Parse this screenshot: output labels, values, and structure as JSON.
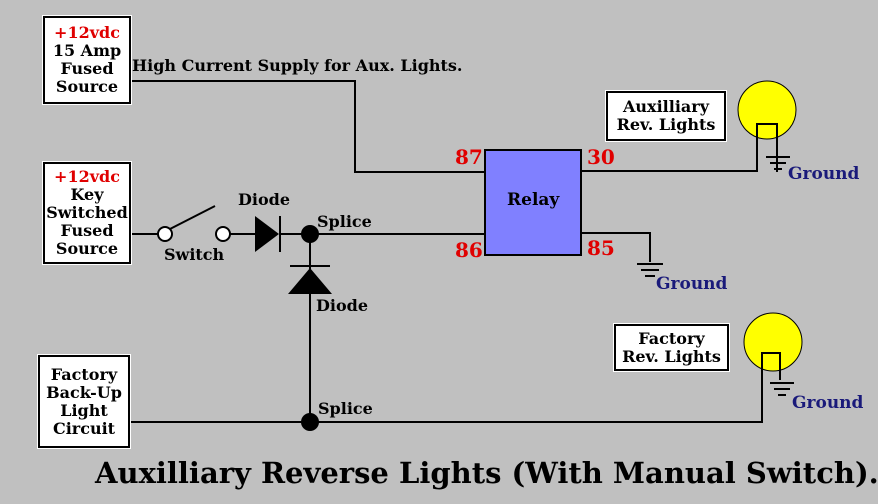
{
  "sources": {
    "fused": {
      "line1": "+12vdc",
      "line2": "15 Amp",
      "line3": "Fused",
      "line4": "Source"
    },
    "key": {
      "line1": "+12vdc",
      "line2": "Key",
      "line3": "Switched",
      "line4": "Fused",
      "line5": "Source"
    },
    "backup": {
      "line1": "Factory",
      "line2": "Back-Up",
      "line3": "Light",
      "line4": "Circuit"
    }
  },
  "aux_lights": {
    "line1": "Auxilliary",
    "line2": "Rev. Lights"
  },
  "factory_lights": {
    "line1": "Factory",
    "line2": "Rev. Lights"
  },
  "supply_label": "High Current Supply for Aux. Lights.",
  "relay": {
    "label": "Relay",
    "pin87": "87",
    "pin30": "30",
    "pin86": "86",
    "pin85": "85"
  },
  "labels": {
    "switch": "Switch",
    "diode_top": "Diode",
    "diode_vertical": "Diode",
    "splice_top": "Splice",
    "splice_bottom": "Splice",
    "ground": "Ground"
  },
  "title": "Auxilliary Reverse Lights (With Manual Switch).",
  "colors": {
    "background": "#c0c0c0",
    "red_text": "#e00000",
    "relay_fill": "#8080ff",
    "lamp_fill": "#ffff00",
    "ground_text": "#1a1a7a"
  }
}
